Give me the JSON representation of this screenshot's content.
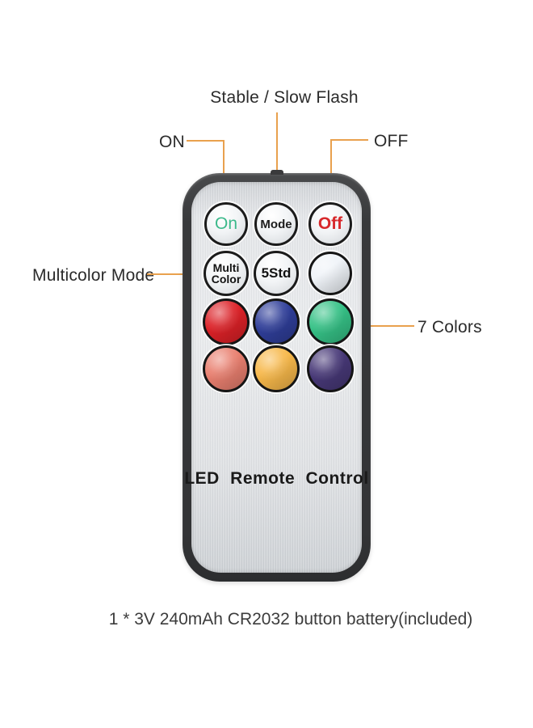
{
  "colors": {
    "accent": "#E9A14E",
    "label": "#2B2B2B",
    "note": "#3C3C3C",
    "frame": "#3A3A3C",
    "face_light": "#E9EBED",
    "btn_ring": "#1B1B1B",
    "btn_face": "#F2F4F6",
    "on_green": "#3CB98B",
    "off_red": "#D7282B",
    "mode_black": "#1D1D1D",
    "red": "#DC2127",
    "blue": "#2F3E99",
    "green": "#35C186",
    "salmon": "#E97F6F",
    "amber": "#F7B84A",
    "purple": "#473877",
    "white_btn": "#EFF3F8"
  },
  "annotations": {
    "stable_slow_flash": "Stable / Slow Flash",
    "on": "ON",
    "off": "OFF",
    "multicolor_mode": "Multicolor Mode",
    "seven_colors": "7 Colors"
  },
  "remote": {
    "brand_text": "LED Remote Control",
    "buttons": {
      "on": "On",
      "mode": "Mode",
      "off": "Off",
      "multi_line1": "Multi",
      "multi_line2": "Color",
      "five_std": "5Std",
      "color_buttons": [
        "white",
        "red",
        "blue",
        "green",
        "salmon",
        "amber",
        "purple"
      ]
    }
  },
  "footer": {
    "battery_note": "1 * 3V 240mAh CR2032 button battery(included)"
  }
}
